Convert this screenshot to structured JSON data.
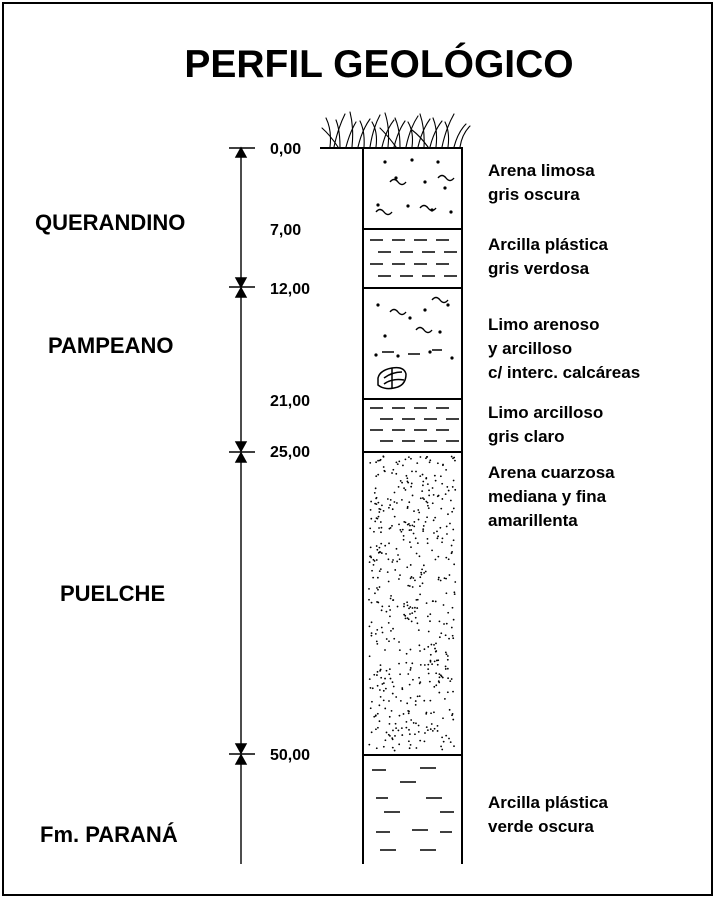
{
  "title": "PERFIL GEOLÓGICO",
  "formations": [
    "QUERANDINO",
    "PAMPEANO",
    "PUELCHE",
    "Fm. PARANÁ"
  ],
  "depths": [
    "0,00",
    "7,00",
    "12,00",
    "21,00",
    "25,00",
    "50,00"
  ],
  "layers": [
    {
      "pattern": "sand-silt",
      "lines": [
        "Arena limosa",
        "gris oscura"
      ]
    },
    {
      "pattern": "clay",
      "lines": [
        "Arcilla plástica",
        "gris verdosa"
      ]
    },
    {
      "pattern": "silt-sand-clay",
      "lines": [
        "Limo arenoso",
        "y arcilloso",
        "c/ interc. calcáreas"
      ]
    },
    {
      "pattern": "clay",
      "lines": [
        "Limo arcilloso",
        "gris claro"
      ]
    },
    {
      "pattern": "sand",
      "lines": [
        "Arena cuarzosa",
        "mediana y fina",
        "amarillenta"
      ]
    },
    {
      "pattern": "clay-sparse",
      "lines": [
        "Arcilla plástica",
        "verde oscura"
      ]
    }
  ],
  "colors": {
    "ink": "#000000",
    "background": "#ffffff"
  }
}
